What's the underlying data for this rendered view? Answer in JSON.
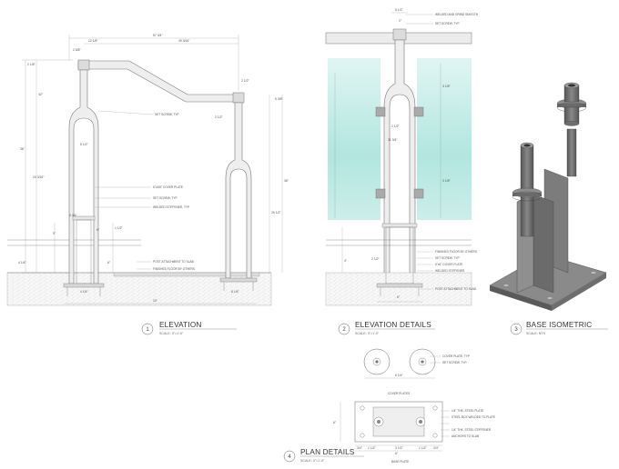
{
  "views": {
    "elevation": {
      "number": "1",
      "title": "ELEVATION",
      "scale": "SCALE: 3\"=1'-0\"",
      "callouts": [
        "SET SCREW, TYP",
        "6\"x3/8\" COVER PLATE",
        "SET SCREW, TYP",
        "WELDED STIFFENER, TYP",
        "POST ATTACHMENT TO SLAB",
        "FINISHED FLOOR BY OTHERS"
      ],
      "dims": [
        "12 1/8\"",
        "57 3/4\"",
        "2 5/8\"",
        "49 3/16\"",
        "2 1/8\"",
        "42\"",
        "36\"",
        "24 3/16\"",
        "5 3/8\"",
        "2 1/2\"",
        "2 1/2\"",
        "5 1/2\"",
        "6 3/4\"",
        "6\"",
        "1 1/2\"",
        "9\"",
        "4 1/4\"",
        "6\"",
        "10\"",
        "4 1/4\"",
        "6 1/4\"",
        "26 1/2\"",
        "36\""
      ]
    },
    "elevation_details": {
      "number": "2",
      "title": "ELEVATION DETAILS",
      "scale": "SCALE: 3\"=1'-0\"",
      "callouts": [
        "WELDED AND GRIND SMOOTH",
        "SET SCREW, TYP",
        "FINISHED FLOOR BY OTHERS",
        "SET SCREW, TYP",
        "6\"x6\" COVER PLATE",
        "WELDED STIFFENER",
        "POST ATTACHMENT TO SLAB"
      ],
      "dims": [
        "5 1/2\"",
        "2\"",
        "3 1/8\"",
        "31 3/4\"",
        "3 1/8\"",
        "6\"",
        "4\"",
        "2 1/2\"",
        "2 1/2\""
      ]
    },
    "base_isometric": {
      "number": "3",
      "title": "BASE ISOMETRIC",
      "scale": "SCALE: NTS"
    },
    "plan_details": {
      "number": "4",
      "title": "PLAN DETAILS",
      "scale": "SCALE: 3\"=1'-0\"",
      "cover_plates_label": "COVER PLATES",
      "base_plate_label": "BASE PLATE",
      "callouts": [
        "COVER PLATE, TYP",
        "SET SCREW, TYP",
        "1/4\" THK. STEEL PLATE",
        "STEEL BOX WELDED TO PLATE",
        "1/4\" THK. STEEL STIFFENER",
        "ANCHORS TO SLAB"
      ],
      "dims": [
        "6 1/4\"",
        "6\"",
        "3/4\"",
        "1 1/2\"",
        "3 1/2\"",
        "1 1/2\"",
        "3/4\""
      ]
    }
  },
  "colors": {
    "glass": "#a9e3dc",
    "steel": "#777777",
    "line": "#666666"
  }
}
